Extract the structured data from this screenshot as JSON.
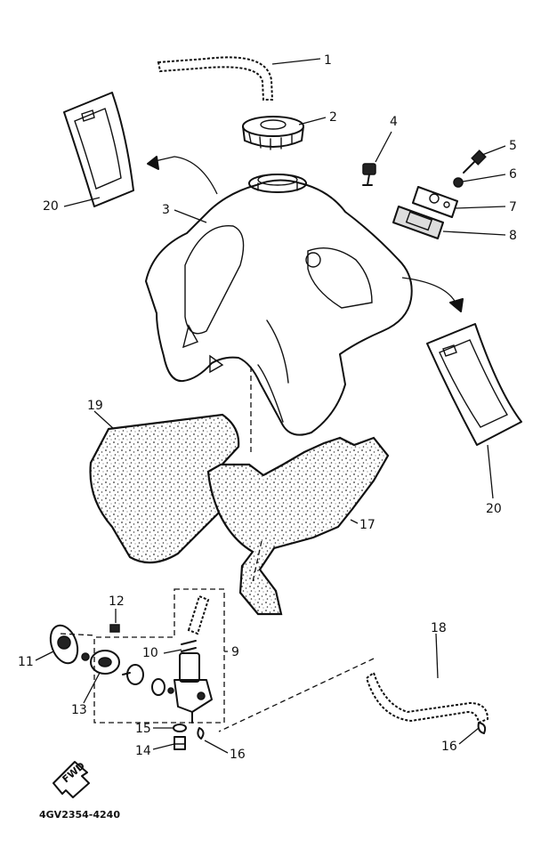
{
  "callouts": {
    "c1": "1",
    "c2": "2",
    "c3": "3",
    "c4": "4",
    "c5": "5",
    "c6": "6",
    "c7": "7",
    "c8": "8",
    "c9": "9",
    "c10": "10",
    "c11": "11",
    "c12": "12",
    "c13": "13",
    "c14": "14",
    "c15": "15",
    "c16a": "16",
    "c16b": "16",
    "c17": "17",
    "c18": "18",
    "c19": "19",
    "c20a": "20",
    "c20b": "20"
  },
  "fwd_badge": "FWD",
  "figure_code": "4GV2354-4240"
}
